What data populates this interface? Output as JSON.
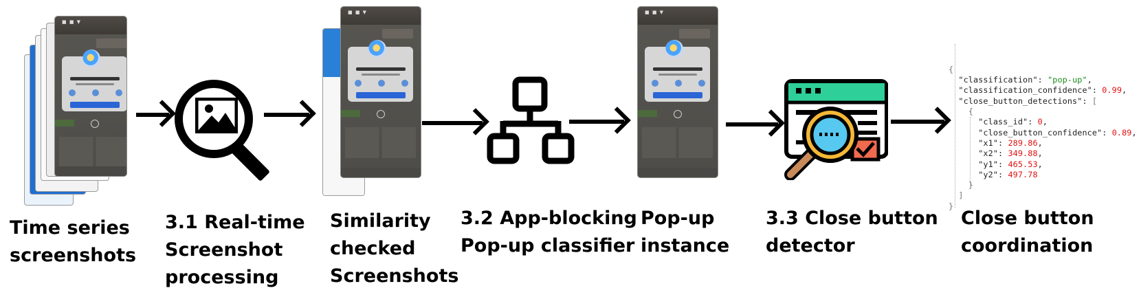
{
  "steps": {
    "s1": "Time series\nscreenshots",
    "s2": "3.1 Real-time\nScreenshot\nprocessing",
    "s3": "Similarity\nchecked\nScreenshots",
    "s4": "3.2 App-blocking\nPop-up classifier",
    "s5": "Pop-up\ninstance",
    "s6": "3.3 Close button\ndetector",
    "s7": "Close button\ncoordination"
  },
  "icons": {
    "magnifier": "magnifying-glass-image-icon",
    "hierarchy": "hierarchy-classifier-icon",
    "detector": "window-inspect-icon"
  },
  "colors": {
    "detector_header": "#2fcf9a",
    "detector_lens": "#57c8f0",
    "detector_frame": "#f5b836",
    "detector_check": "#f06a4d",
    "json_string": "#1a8a1a",
    "json_number": "#e01010"
  },
  "json_output": {
    "open": "{",
    "classification_key": "\"classification\"",
    "classification_val": "\"pop-up\"",
    "confidence_key": "\"classification_confidence\"",
    "confidence_val": "0.99",
    "detections_key": "\"close_button_detections\"",
    "arr_open": "[",
    "obj_open": "{",
    "class_id_key": "\"class_id\"",
    "class_id_val": "0",
    "cb_conf_key": "\"close_button_confidence\"",
    "cb_conf_val": "0.89",
    "x1_key": "\"x1\"",
    "x1_val": "289.86",
    "x2_key": "\"x2\"",
    "x2_val": "349.88",
    "y1_key": "\"y1\"",
    "y1_val": "465.53",
    "y2_key": "\"y2\"",
    "y2_val": "497.78",
    "obj_close": "}",
    "arr_close": "]",
    "close": "}"
  }
}
